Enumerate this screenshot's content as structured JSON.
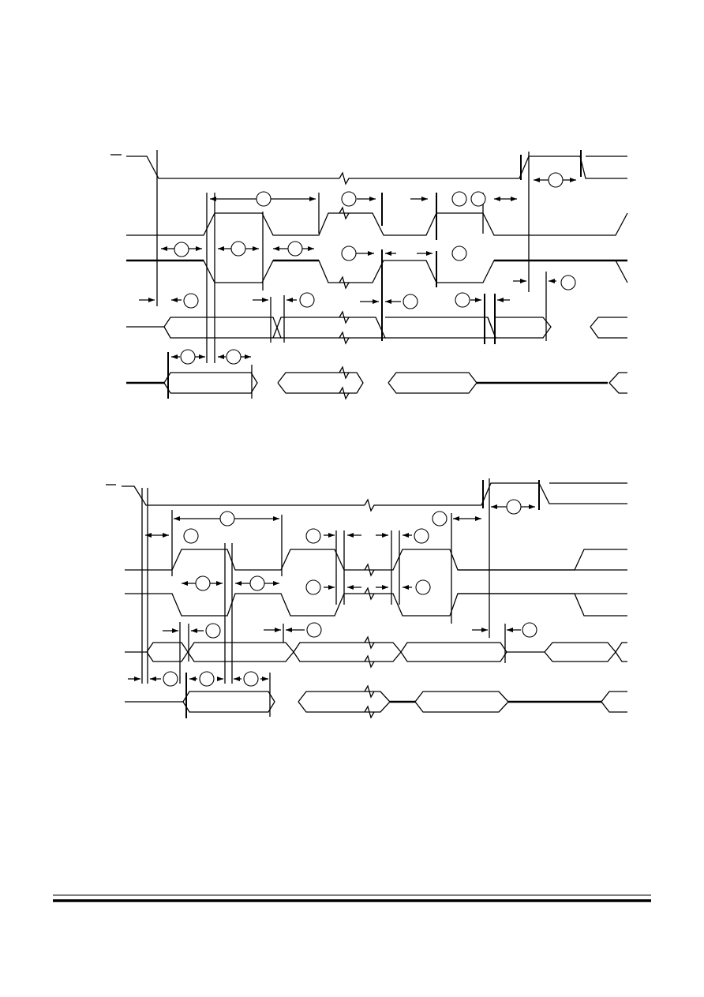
{
  "page": {
    "background": "#ffffff",
    "ink": "#000000"
  },
  "figure": {
    "panels": [
      {
        "id": "upper",
        "signal_rows": 5,
        "timing_markers": 14
      },
      {
        "id": "lower",
        "signal_rows": 5,
        "timing_markers": 15
      }
    ]
  },
  "footer": {
    "rule": "double"
  }
}
